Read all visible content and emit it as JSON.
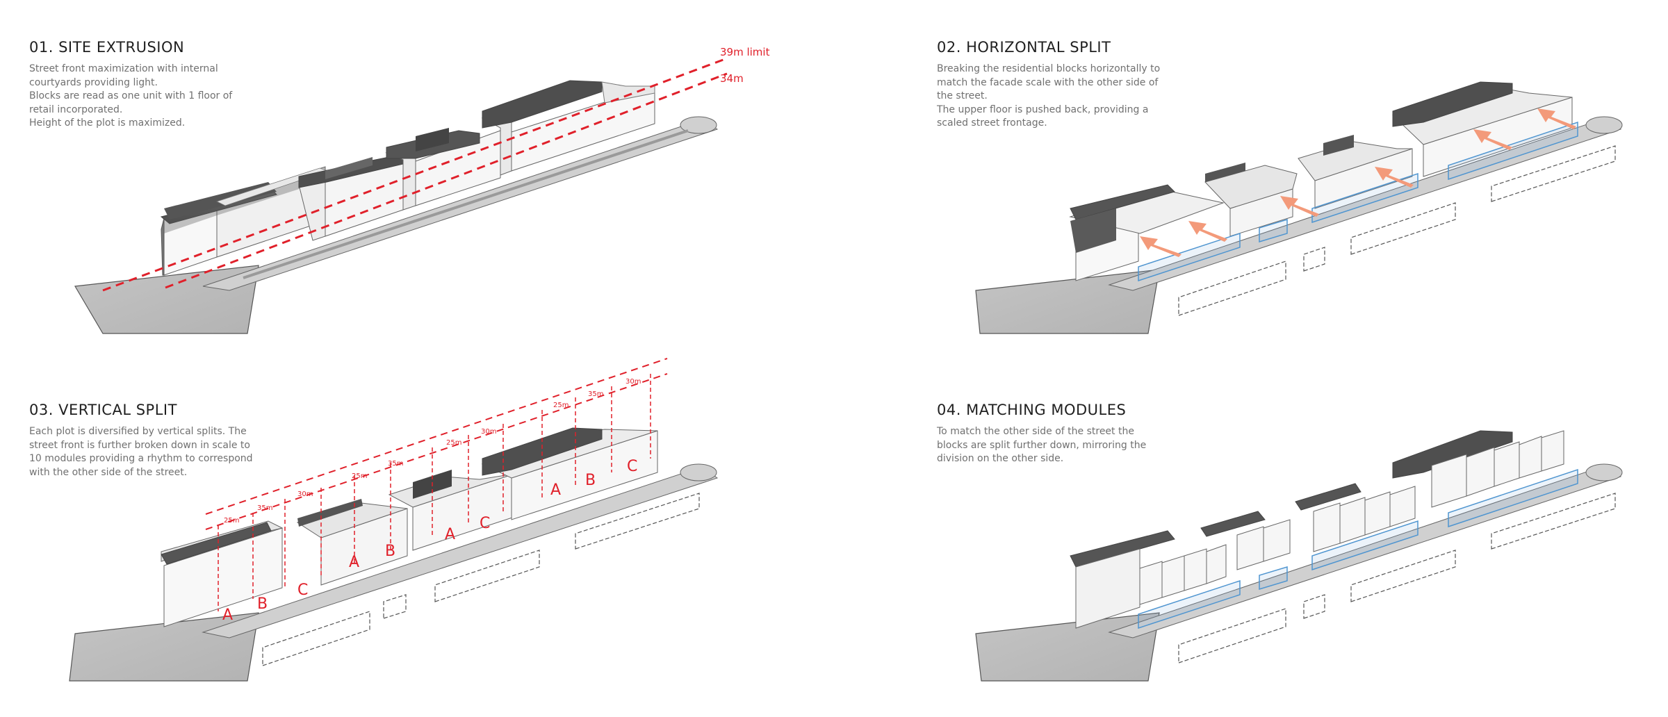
{
  "colors": {
    "accent_red": "#e0202a",
    "roof_dark": "#5f5f5f",
    "wall_light": "#f6f6f6",
    "street_grey": "#cfcfcf",
    "ground_grey": "#bdbdbd",
    "blue_outline": "#4f95d0",
    "arrow_orange": "#f39a7a"
  },
  "panels": [
    {
      "title": "01. SITE EXTRUSION",
      "description": [
        "Street front maximization with internal",
        "courtyards providing light.",
        "Blocks are read as one unit with 1 floor of",
        "retail incorporated.",
        "Height of the plot is maximized."
      ],
      "height_labels": [
        "39m limit",
        "34m"
      ]
    },
    {
      "title": "02. HORIZONTAL SPLIT",
      "description": [
        "Breaking the residential blocks horizontally to",
        "match the facade scale with the other side of",
        "the street.",
        "The upper floor is pushed back, providing a",
        "scaled street frontage."
      ]
    },
    {
      "title": "03. VERTICAL SPLIT",
      "description": [
        "Each plot is diversified by vertical splits. The",
        "street front is further broken down in scale to",
        "10 modules providing a rhythm to correspond",
        "with the other side of the street."
      ],
      "module_letters": [
        "A",
        "B",
        "C",
        "A",
        "B",
        "A",
        "C",
        "A",
        "B",
        "C"
      ],
      "dimension_labels": [
        "25m",
        "35m",
        "30m",
        "25m",
        "35m",
        "25m",
        "30m",
        "25m",
        "35m",
        "30m"
      ]
    },
    {
      "title": "04. MATCHING MODULES",
      "description": [
        "To match the other side of the street  the",
        "blocks are split further down, mirroring the",
        "division on the other side."
      ]
    }
  ]
}
